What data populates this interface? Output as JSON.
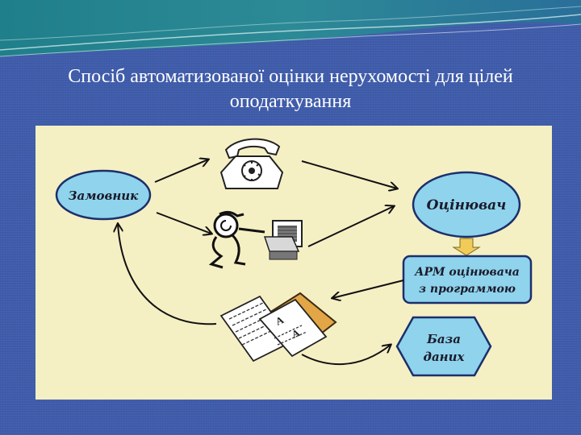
{
  "slide": {
    "title_line1": "Спосіб автоматизованої оцінки нерухомості для цілей",
    "title_line2": "оподаткування"
  },
  "diagram": {
    "customer_label": "Замовник",
    "appraiser_label": "Оцінювач",
    "workstation_line1": "АРМ оцінювача",
    "workstation_line2": "з программою",
    "database_line1": "База",
    "database_line2": "даних",
    "colors": {
      "node_fill": "#8fd3ec",
      "node_stroke": "#1b2f6b",
      "panel_bg": "#f5efc4",
      "slide_bg": "#3f5cab"
    },
    "icons": [
      "telephone-icon",
      "person-at-computer-icon",
      "documents-icon"
    ]
  }
}
